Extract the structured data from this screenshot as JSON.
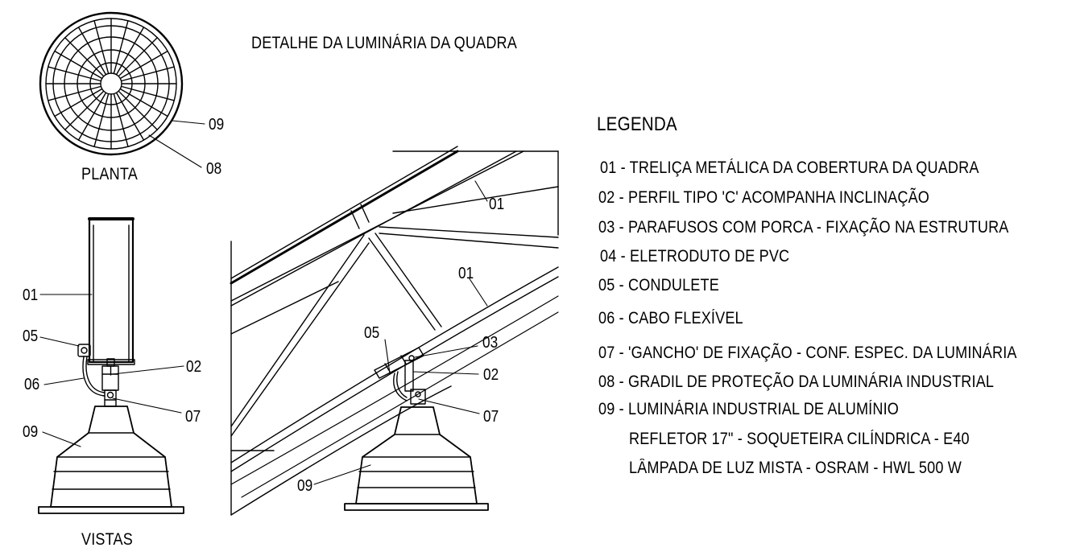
{
  "title": "DETALHE DA LUMINÁRIA DA QUADRA",
  "plan_label": "PLANTA",
  "views_label": "VISTAS",
  "legend": {
    "heading": "LEGENDA",
    "items": [
      "01 - TRELIÇA METÁLICA DA COBERTURA DA QUADRA",
      "02 - PERFIL TIPO 'C'  ACOMPANHA INCLINAÇÃO",
      "03 - PARAFUSOS COM PORCA - FIXAÇÃO NA ESTRUTURA",
      "04 - ELETRODUTO DE PVC",
      "05 - CONDULETE",
      "06 - CABO FLEXÍVEL",
      "07 - 'GANCHO' DE FIXAÇÃO - CONF. ESPEC. DA LUMINÁRIA",
      "08 - GRADIL DE PROTEÇÃO DA LUMINÁRIA INDUSTRIAL",
      "09 - LUMINÁRIA INDUSTRIAL DE ALUMÍNIO",
      "REFLETOR 17\" - SOQUETEIRA CILÍNDRICA - E40",
      "LÂMPADA DE LUZ MISTA - OSRAM - HWL 500 W"
    ]
  },
  "callouts": {
    "plan_09": "09",
    "plan_08": "08",
    "front_01": "01",
    "front_05": "05",
    "front_06": "06",
    "front_02": "02",
    "front_07": "07",
    "front_09": "09",
    "side_01a": "01",
    "side_01b": "01",
    "side_05": "05",
    "side_03": "03",
    "side_02": "02",
    "side_07": "07",
    "side_09": "09"
  }
}
